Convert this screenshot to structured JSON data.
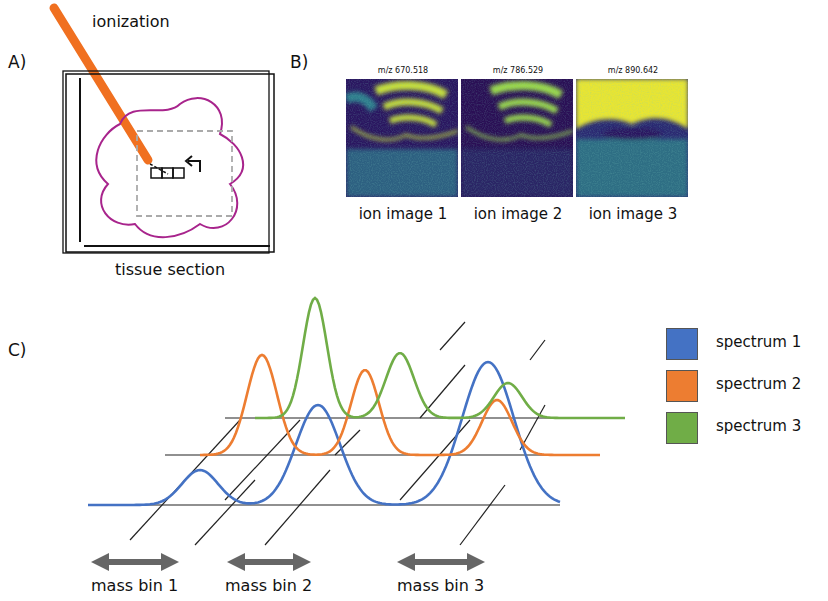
{
  "diagram": {
    "nodes": [
      {
        "text": [
          "tissue section"
        ]
      },
      {
        "text": [
          "m/z 670.518",
          "ion image 1"
        ]
      },
      {
        "text": [
          "m/z 786.529",
          "ion image 2"
        ]
      },
      {
        "text": [
          "m/z 890.642",
          "ion image 3"
        ]
      }
    ],
    "labels": [
      "A)",
      "ionization",
      "B)",
      "C)",
      "mass bin 1",
      "mass bin 2",
      "mass bin 3"
    ],
    "legend": [
      {
        "text": "spectrum 1",
        "color": "#4472c4"
      },
      {
        "text": "spectrum 2",
        "color": "#ed7d31"
      },
      {
        "text": "spectrum 3",
        "color": "#70ad47"
      }
    ]
  }
}
